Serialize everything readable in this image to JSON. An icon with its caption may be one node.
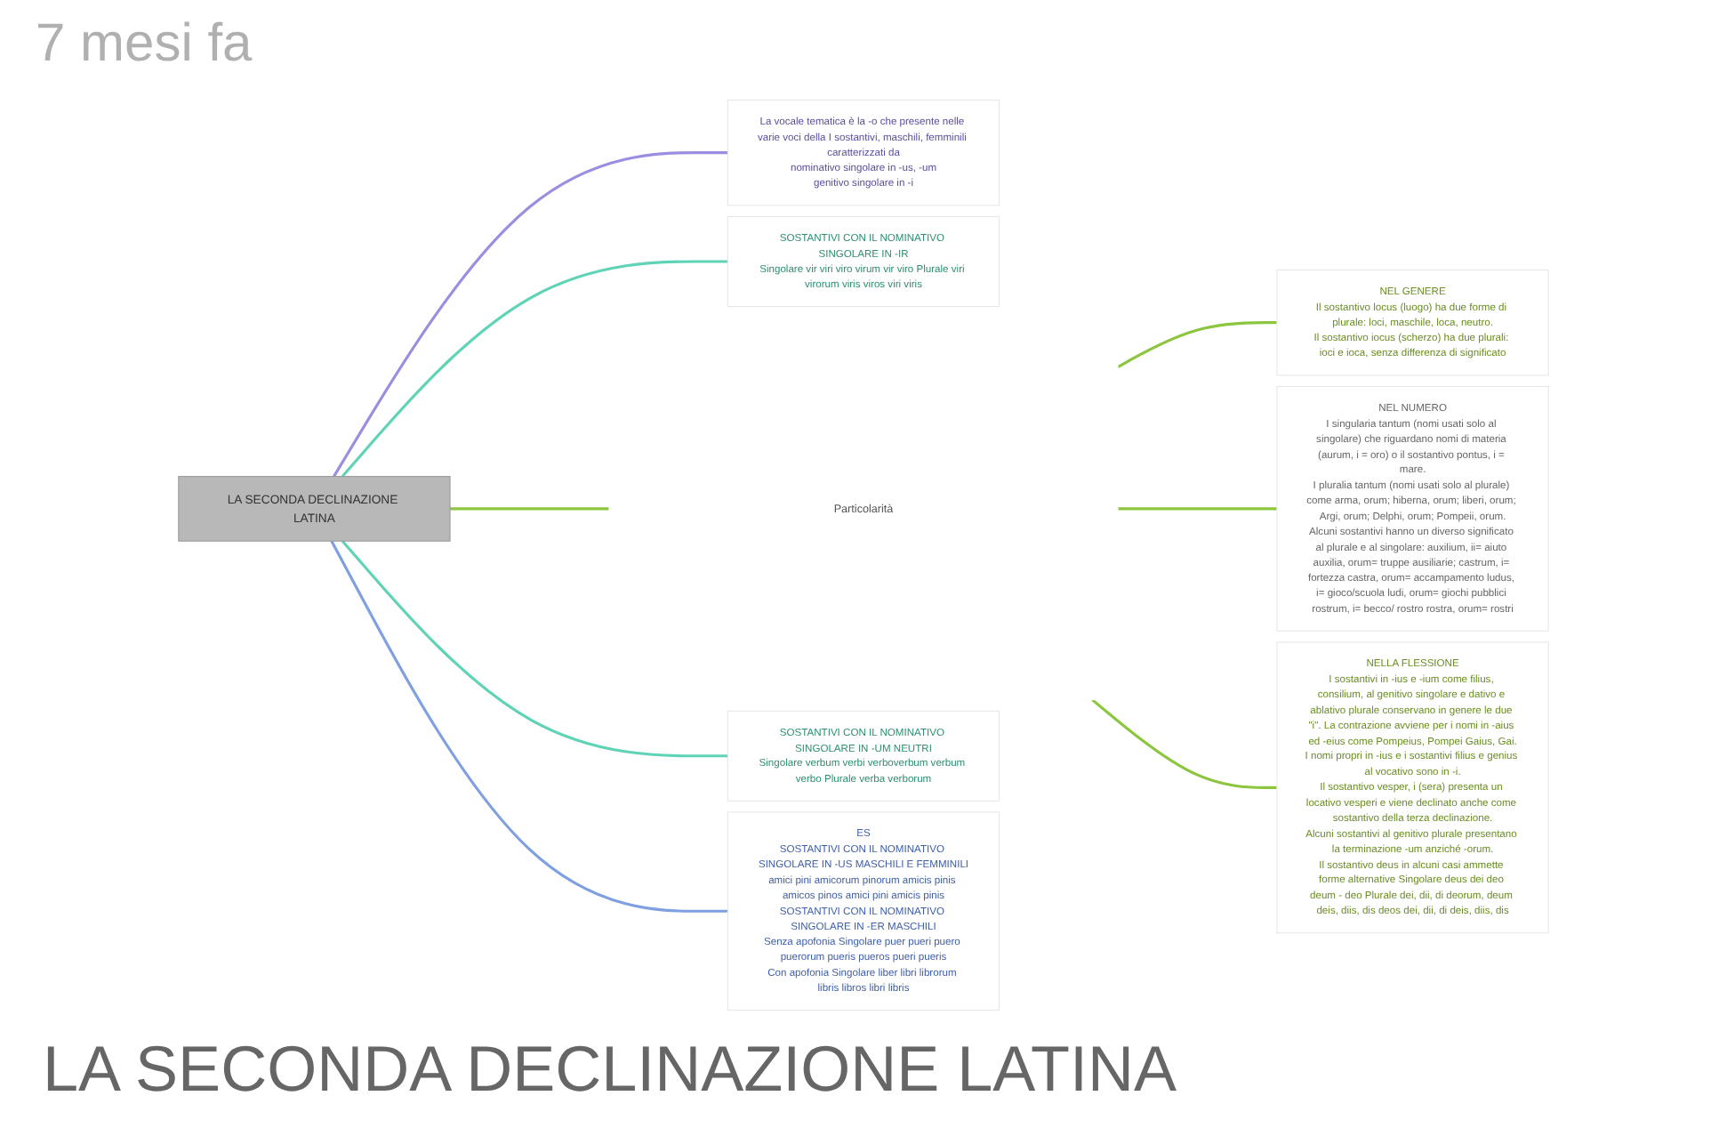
{
  "diagram": {
    "caption": "LA SECONDA DECLINAZIONE LATINA",
    "nodes": [
      {
        "text": [
          "LA SECONDA DECLINAZIONE LATINA"
        ]
      },
      {
        "text": [
          "Particolarità"
        ]
      },
      {
        "text": [
          "NEL GENERE",
          "Il sostantivo locus (luogo) ha due forme di plurale: loci, maschile, loca, neutro.",
          "Il sostantivo iocus (scherzo) ha due plurali: ioci e ioca, senza differenza di significato"
        ]
      },
      {
        "text": [
          "NEL NUMERO",
          "I singularia tantum (nomi usati solo al singolare) che riguardano nomi di materia (aurum, i = oro) o il sostantivo pontus, i = mare.",
          "I pluralia tantum (nomi usati solo al plurale) come arma, orum; hiberna, orum; liberi, orum; Argi, orum; Delphi, orum; Pompeii, orum.",
          "Alcuni sostantivi hanno un diverso significato al plurale e al singolare: auxilium, ii= aiuto auxilia, orum= truppe ausiliarie; castrum, i= fortezza castra, orum= accampamento ludus, i= gioco/scuola ludi, orum= giochi pubblici rostrum, i= becco/ rostro rostra, orum= rostri"
        ]
      },
      {
        "text": [
          "NELLA FLESSIONE",
          "I sostantivi in -ius e -ium come filius, consilium, al genitivo singolare e dativo e ablativo plurale conservano in genere le due \"i\". La contrazione avviene per i nomi in -aius ed -eius come Pompeius, Pompei Gaius, Gai.",
          "I nomi propri in -ius e i sostantivi filius e genius al vocativo sono in -i.",
          "Il sostantivo vesper, i (sera) presenta un locativo vesperi e viene declinato anche come sostantivo della terza declinazione.",
          "Alcuni sostantivi al genitivo plurale presentano la terminazione -um anziché -orum.",
          "Il sostantivo deus in alcuni casi ammette forme alternative Singolare deus dei deo deum - deo Plurale dei, dii, di deorum, deum deis, diis, dis deos dei, dii, di deis, diis, dis"
        ]
      },
      {
        "text": [
          "La vocale tematica è la -o che presente nelle varie voci della I sostantivi, maschili, femminili caratterizzati da",
          "nominativo singolare in -us, -um",
          "genitivo singolare in -i"
        ]
      },
      {
        "text": [
          "SOSTANTIVI CON IL NOMINATIVO SINGOLARE IN -IR",
          "Singolare vir viri viro virum vir viro Plurale viri virorum viris viros viri viris"
        ]
      },
      {
        "text": [
          "SOSTANTIVI CON IL NOMINATIVO SINGOLARE IN -UM NEUTRI",
          "Singolare verbum verbi verboverbum verbum verbo Plurale verba verborum"
        ]
      },
      {
        "text": [
          "ES",
          "SOSTANTIVI CON IL NOMINATIVO SINGOLARE IN -US MASCHILI E FEMMINILI",
          "amici pini amicorum pinorum amicis pinis amicos pinos amici pini amicis pinis",
          "SOSTANTIVI CON IL NOMINATIVO SINGOLARE IN -ER MASCHILI",
          "Senza apofonia Singolare puer pueri puero puerorum pueris pueros pueri pueris",
          "Con apofonia Singolare liber libri librorum libris libros libri libris"
        ]
      }
    ],
    "edges": [
      {
        "from": 0,
        "to": 1,
        "arrow": "none"
      },
      {
        "from": 1,
        "to": 2,
        "arrow": "none"
      },
      {
        "from": 1,
        "to": 3,
        "arrow": "none"
      },
      {
        "from": 1,
        "to": 4,
        "arrow": "none"
      },
      {
        "from": 0,
        "to": 5,
        "arrow": "none",
        "color": "#9b8de0"
      },
      {
        "from": 0,
        "to": 6,
        "arrow": "none",
        "color": "#5fd3b5"
      },
      {
        "from": 0,
        "to": 7,
        "arrow": "none",
        "color": "#5fd3b5"
      },
      {
        "from": 0,
        "to": 8,
        "arrow": "none",
        "color": "#7e9fe0"
      }
    ],
    "labels": [
      "7 mesi fa"
    ]
  }
}
